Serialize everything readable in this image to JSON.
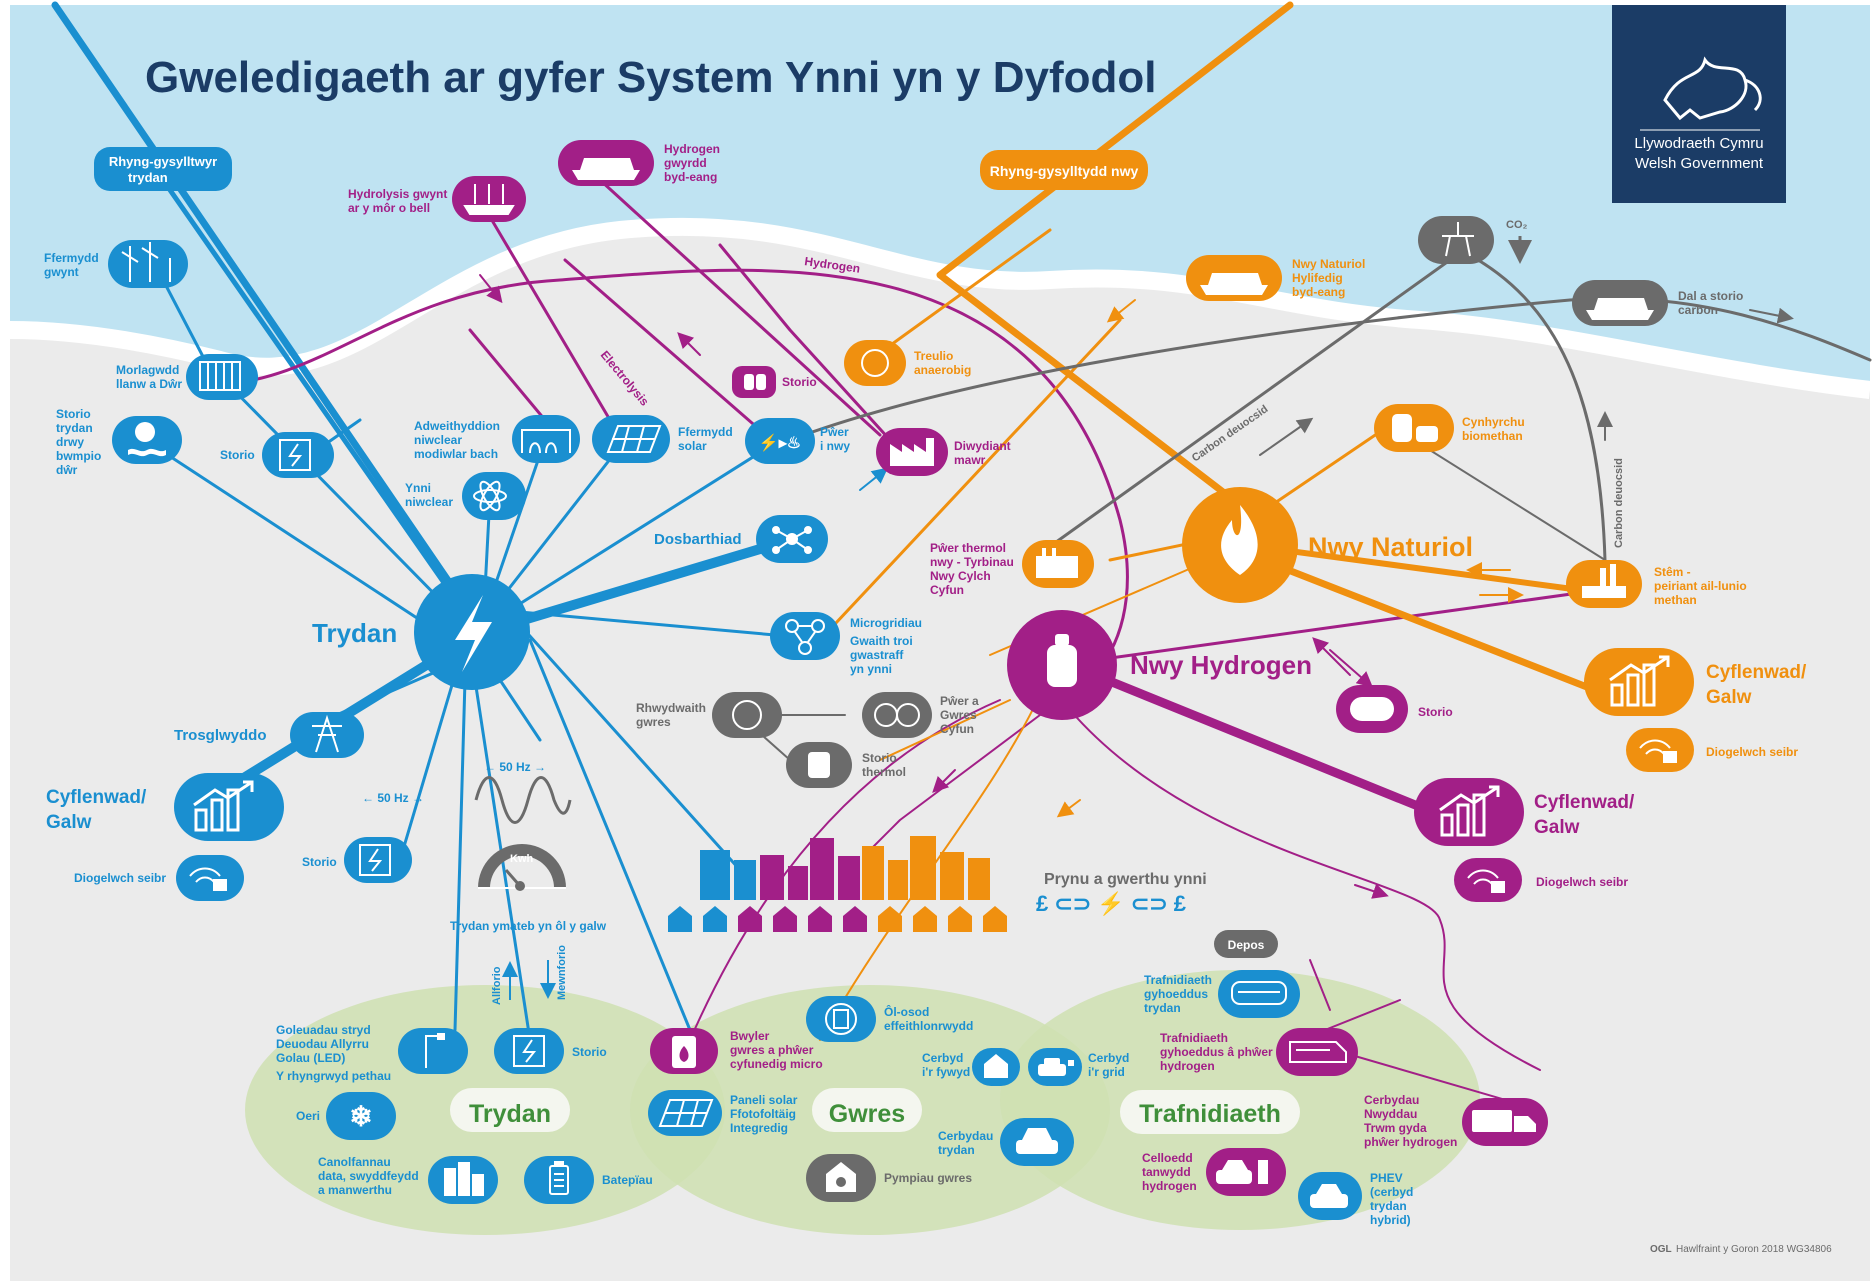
{
  "title": "Gweledigaeth ar gyfer System Ynni yn y Dyfodol",
  "logo": {
    "line1": "Llywodraeth Cymru",
    "line2": "Welsh Government",
    "icon": "welsh-dragon-icon"
  },
  "colors": {
    "electricity": "#1a8fd0",
    "natural_gas": "#f0900f",
    "hydrogen": "#a21f87",
    "carbon": "#6b6b6b",
    "sea": "#bfe3f2",
    "land": "#ebebeb",
    "zone": "#cfe0b2",
    "title": "#1b3c66"
  },
  "hubs": {
    "electricity": "Trydan",
    "natural_gas": "Nwy Naturiol",
    "hydrogen": "Nwy Hydrogen"
  },
  "electricity": {
    "interconnector": [
      "Rhyng-gysylltwyr",
      "trydan"
    ],
    "wind_farm": [
      "Ffermydd",
      "gwynt"
    ],
    "tidal_lagoon": [
      "Morlagwdd",
      "llanw a Dŵr"
    ],
    "pumped_storage": [
      "Storio",
      "trydan",
      "drwy",
      "bwmpio",
      "dŵr"
    ],
    "storage_top": "Storio",
    "modular_reactors": [
      "Adweithyddion",
      "niwclear",
      "modiwlar bach"
    ],
    "nuclear": [
      "Ynni",
      "niwclear"
    ],
    "solar_farm": [
      "Ffermydd",
      "solar"
    ],
    "power_to_gas": [
      "Pŵer",
      "i nwy"
    ],
    "storage_mid": "Storio",
    "distribution": "Dosbarthiad",
    "microgrids": [
      "Microgridiau",
      "Gwaith troi",
      "gwastraff",
      "yn ynni"
    ],
    "transmission": "Trosglwyddo",
    "supply_demand": [
      "Cyflenwad/",
      "Galw"
    ],
    "cyber_security": "Diogelwch seibr",
    "freq_50hz_a": "← 50 Hz →",
    "freq_50hz_b": "← 50 Hz →",
    "storage_low": "Storio",
    "kwh": "Kwh",
    "demand_response": "Trydan ymateb yn ôl y galw",
    "export": "Allforio",
    "import": "Mewnforio"
  },
  "hydrogen": {
    "global_green": [
      "Hydrogen",
      "gwyrdd",
      "byd-eang"
    ],
    "offshore_hydrolysis": [
      "Hydrolysis gwynt",
      "ar y môr o bell"
    ],
    "pipeline_label": "Hydrogen",
    "electrolysis": "Electrolysis",
    "storage": "Storio",
    "heavy_industry": [
      "Diwydiant",
      "mawr"
    ],
    "storage_right": "Storio",
    "supply_demand": [
      "Cyflenwad/",
      "Galw"
    ],
    "cyber_security": "Diogelwch seibr"
  },
  "gas": {
    "interconnector": "Rhyng-gysylltydd nwy",
    "lng": [
      "Nwy Naturiol",
      "Hylifedig",
      "byd-eang"
    ],
    "anaerobic": [
      "Treulio",
      "anaerobig"
    ],
    "biomethane": [
      "Cynhyrchu",
      "biomethan"
    ],
    "ccgt": [
      "Pŵer thermol",
      "nwy - Tyrbinau",
      "Nwy Cylch",
      "Cyfun"
    ],
    "smr": [
      "Stêm -",
      "peiriant ail-lunio",
      "methan"
    ],
    "supply_demand": [
      "Cyflenwad/",
      "Galw"
    ],
    "cyber_security": "Diogelwch seibr"
  },
  "carbon": {
    "co2": "CO₂",
    "ship": [
      "Dal a storio",
      "carbon"
    ],
    "label_a": "Carbon deuocsid",
    "label_b": "Carbon deuocsid"
  },
  "heat": {
    "network": [
      "Rhwydwaith",
      "gwres"
    ],
    "chp": [
      "Pŵer a",
      "Gwres",
      "Cyfun"
    ],
    "thermal_storage": [
      "Storio",
      "thermol"
    ]
  },
  "trading": {
    "label": "Prynu a gwerthu ynni",
    "symbols": "£ ⊂⊃ ⚡ ⊂⊃ £"
  },
  "transport": {
    "depot": "Depos"
  },
  "zones": {
    "electricity": "Trydan",
    "heat": "Gwres",
    "transport": "Trafnidiaeth"
  },
  "zone_electricity": {
    "led": [
      "Goleuadau stryd",
      "Deuodau Allyrru",
      "Golau (LED)"
    ],
    "iot": "Y rhyngrwyd pethau",
    "storage": "Storio",
    "cooling": "Oeri",
    "data_centres": [
      "Canolfannau",
      "data, swyddfeydd",
      "a manwerthu"
    ],
    "batteries": "Batерïau"
  },
  "zone_heat": {
    "micro_chp": [
      "Bwyler",
      "gwres a phŵer",
      "cyfunedig micro"
    ],
    "solar_pv": [
      "Paneli solar",
      "Ffotofoltäig",
      "Integredig"
    ],
    "retrofit": [
      "Ôl-osod",
      "effeithlonrwydd"
    ],
    "heat_pumps": "Pympiau gwres",
    "v2h": [
      "Cerbyd",
      "i'r fywyd"
    ],
    "v2g": [
      "Cerbyd",
      "i'r grid"
    ],
    "ev": [
      "Cerbydau",
      "trydan"
    ]
  },
  "zone_transport": {
    "electric_public": [
      "Trafnidiaeth",
      "gyhoeddus",
      "trydan"
    ],
    "hydrogen_public": [
      "Trafnidiaeth",
      "gyhoeddus â phŵer",
      "hydrogen"
    ],
    "hgv": [
      "Cerbydau",
      "Nwyddau",
      "Trwm gyda",
      "phŵer hydrogen"
    ],
    "fuel_cell": [
      "Celloedd",
      "tanwydd",
      "hydrogen"
    ],
    "phev": [
      "PHEV",
      "(cerbyd",
      "trydan",
      "hybrid)"
    ]
  },
  "footer": {
    "ogl": "OGL",
    "text": "Hawlfraint y Goron 2018   WG34806"
  }
}
